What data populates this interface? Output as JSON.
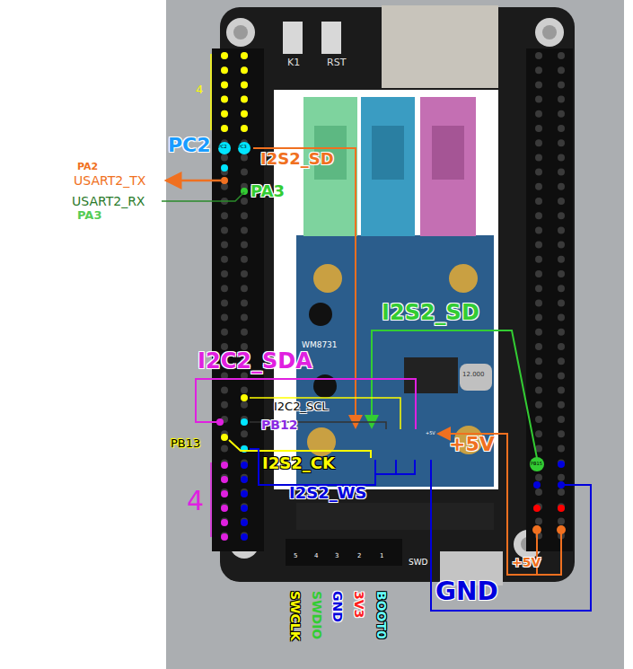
{
  "diagram": {
    "labels": [
      "4",
      "PC2",
      "PC2",
      "PC3",
      "I2S2_SD",
      "PA2",
      "USART2_TX",
      "PA3",
      "USART2_RX",
      "PA3",
      "RST",
      "K1",
      "WM8731",
      "I2S2_SD",
      "I2C2_SDA",
      "I2C2_SCL",
      "PB12",
      "PB13",
      "I2S2_CK",
      "I2S2_WS",
      "+5V",
      "+5V",
      "PB15",
      "4",
      "SWD",
      "5",
      "4",
      "3",
      "2",
      "1",
      "+5V",
      "GND",
      "SWCLK",
      "SWDIO",
      "GND",
      "3V3",
      "BOOT0",
      "12.000"
    ]
  }
}
